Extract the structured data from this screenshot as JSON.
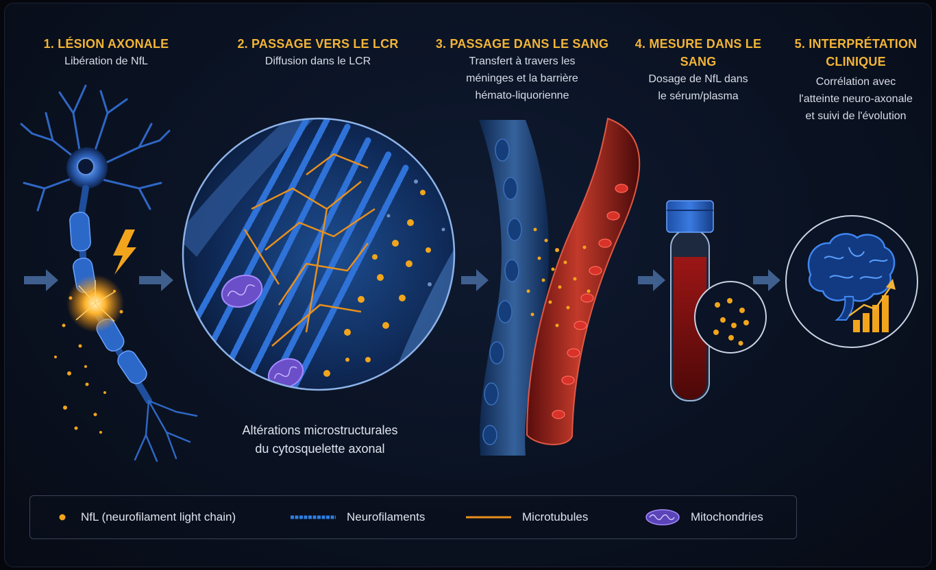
{
  "steps": [
    {
      "title": "1. LÉSION AXONALE",
      "desc": [
        "Libération de NfL"
      ]
    },
    {
      "title": "2. PASSAGE VERS LE LCR",
      "desc": [
        "Diffusion dans le LCR"
      ]
    },
    {
      "title": "3. PASSAGE DANS LE SANG",
      "desc": [
        "Transfert à travers les",
        "méninges et la barrière",
        "hémato-liquorienne"
      ]
    },
    {
      "title": "4. MESURE DANS LE SANG",
      "desc": [
        "Dosage de NfL dans",
        "le sérum/plasma"
      ]
    },
    {
      "title": [
        "5. INTERPRÉTATION",
        "CLINIQUE"
      ],
      "desc": [
        "Corrélation avec",
        "l'atteinte neuro-axonale",
        "et suivi de l'évolution"
      ]
    }
  ],
  "caption": [
    "Altérations microstructurales",
    "du cytosquelette axonal"
  ],
  "legend": [
    {
      "label": "NfL (neurofilament light chain)",
      "icon": "orange-dot",
      "color": "#f2a51c"
    },
    {
      "label": "Neurofilaments",
      "icon": "blue-filament",
      "color": "#2e7fe0"
    },
    {
      "label": "Microtubules",
      "icon": "orange-line",
      "color": "#e8901c"
    },
    {
      "label": "Mitochondries",
      "icon": "mitochondria",
      "color": "#7a62d6"
    }
  ],
  "colors": {
    "accent": "#f2b437",
    "blue": "#2e7fe0",
    "red": "#b3201f",
    "violet": "#7a62d6"
  }
}
